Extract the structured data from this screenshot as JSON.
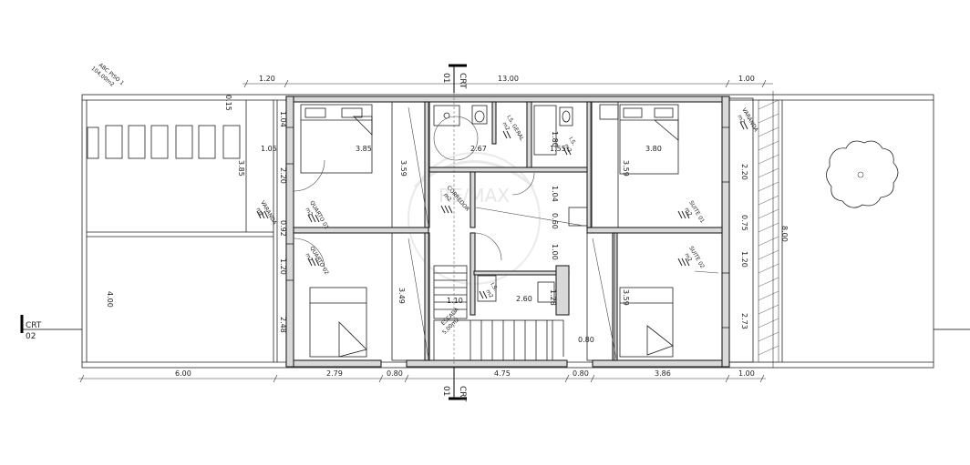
{
  "header": {
    "area_label_line1": "ABC PISO 1",
    "area_label_line2": "104,00m2"
  },
  "dims_top": {
    "left": "1.20",
    "middle": "13.00",
    "right": "1.00"
  },
  "dims_bottom": {
    "d1": "6.00",
    "d2": "2.79",
    "d3": "0.80",
    "d4": "4.75",
    "d5": "0.80",
    "d6": "3.86",
    "d7": "1.00"
  },
  "dims_right_outer": {
    "total": "8.00"
  },
  "section_markers": {
    "top": "CRT\n01",
    "left_line1": "CRT",
    "left_line2": "02",
    "bottom": "CRT\n01"
  },
  "rooms": {
    "quarto01": {
      "name": "QUARTO 01",
      "area": "m2"
    },
    "quarto02": {
      "name": "QUARTO 02",
      "area": "m2"
    },
    "corredor": {
      "name": "CORREDOR",
      "area": "m2"
    },
    "is_geral": {
      "name": "I.S. GERAL",
      "area": "m2"
    },
    "is_suite1": {
      "name": "I.S.",
      "area": "m2"
    },
    "is_suite2": {
      "name": "I.S.",
      "area": "m2"
    },
    "suite01": {
      "name": "SUITE 01",
      "area": "m2"
    },
    "suite02": {
      "name": "SUITE 02",
      "area": "m2"
    },
    "varanda_left": {
      "name": "VARANDA",
      "area": "m2"
    },
    "varanda_right": {
      "name": "VARANDA",
      "area": "m2"
    },
    "escada": {
      "name": "ESCADA",
      "area": "5,00m2"
    }
  },
  "interior_dims": {
    "v015": "0.15",
    "v104": "1.04",
    "v105": "1.05",
    "v385a": "3.85",
    "v220": "2.20",
    "v385b": "3.85",
    "v092": "0.92",
    "v120a": "1.20",
    "v400": "4.00",
    "v248": "2.48",
    "v359a": "3.59",
    "v267": "2.67",
    "v180": "1.80",
    "v155": "1.55",
    "v380": "3.80",
    "v359b": "3.59",
    "v104b": "1.04",
    "v060": "0.60",
    "v100": "1.00",
    "v110": "1.10",
    "v260": "2.60",
    "v128": "1.28",
    "v080": "0.80",
    "v349": "3.49",
    "v359c": "3.59",
    "v220b": "2.20",
    "v075": "0.75",
    "v120b": "1.20",
    "v273": "2.73"
  },
  "watermark": "RE/MAX"
}
